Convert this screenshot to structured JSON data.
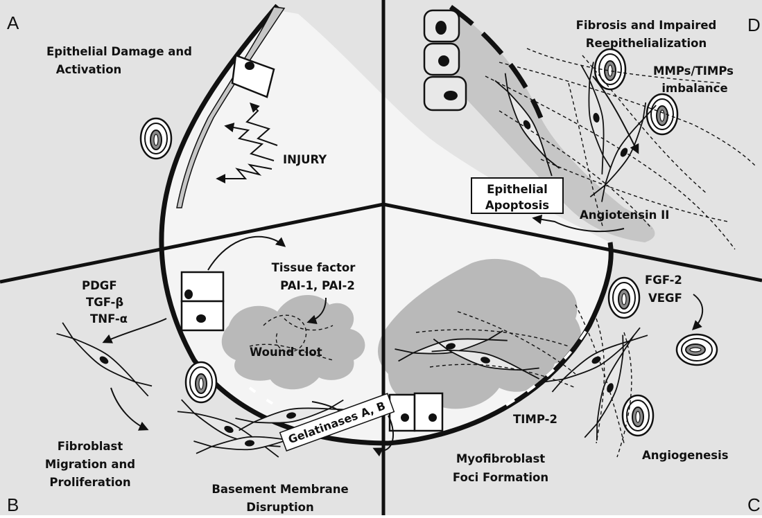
{
  "colors": {
    "background": "#e3e3e3",
    "inner_lumen": "#f4f4f4",
    "clot": "#b9b9b9",
    "tissue": "#c6c6c6",
    "ink": "#111111"
  },
  "panels": {
    "A": {
      "letter": "A",
      "title_line1": "Epithelial Damage and",
      "title_line2": "Activation",
      "injury": "INJURY"
    },
    "B": {
      "letter": "B",
      "growth_factors": [
        "PDGF",
        "TGF-β",
        "TNF-α"
      ],
      "tissue_factor_line1": "Tissue factor",
      "tissue_factor_line2": "PAI-1, PAI-2",
      "wound_clot": "Wound clot",
      "gelatinases": "Gelatinases A, B",
      "fibroblast_line1": "Fibroblast",
      "fibroblast_line2": "Migration and",
      "fibroblast_line3": "Proliferation",
      "basement_line1": "Basement Membrane",
      "basement_line2": "Disruption"
    },
    "C": {
      "letter": "C",
      "fgf": "FGF-2",
      "vegf": "VEGF",
      "timp2": "TIMP-2",
      "angiogenesis": "Angiogenesis",
      "myofibroblast_line1": "Myofibroblast",
      "myofibroblast_line2": "Foci Formation"
    },
    "D": {
      "letter": "D",
      "fibrosis_line1": "Fibrosis and Impaired",
      "fibrosis_line2": "Reepithelialization",
      "mmps_line1": "MMPs/TIMPs",
      "mmps_line2": "imbalance",
      "apoptosis_line1": "Epithelial",
      "apoptosis_line2": "Apoptosis",
      "angiotensin": "Angiotensin II"
    }
  }
}
